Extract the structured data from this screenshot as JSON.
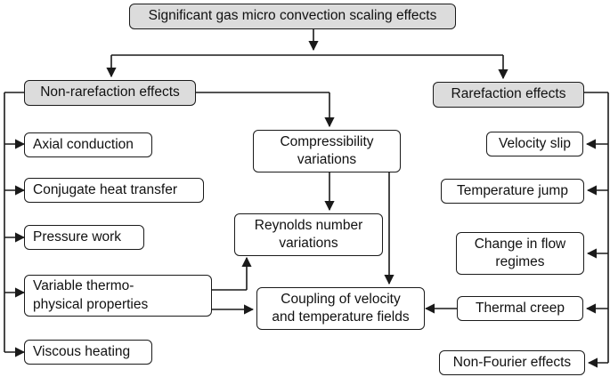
{
  "diagram": {
    "root": "Significant gas micro convection scaling effects",
    "non_rarefaction": {
      "heading": "Non-rarefaction effects",
      "items": [
        "Axial conduction",
        "Conjugate heat transfer",
        "Pressure work",
        "Variable thermo-\nphysical properties",
        "Viscous heating"
      ]
    },
    "rarefaction": {
      "heading": "Rarefaction effects",
      "items": [
        "Velocity slip",
        "Temperature jump",
        "Change in flow\nregimes",
        "Thermal creep",
        "Non-Fourier effects"
      ]
    },
    "middle": {
      "compressibility": "Compressibility\nvariations",
      "reynolds": "Reynolds number\nvariations",
      "coupling": "Coupling of velocity\nand temperature fields"
    }
  }
}
